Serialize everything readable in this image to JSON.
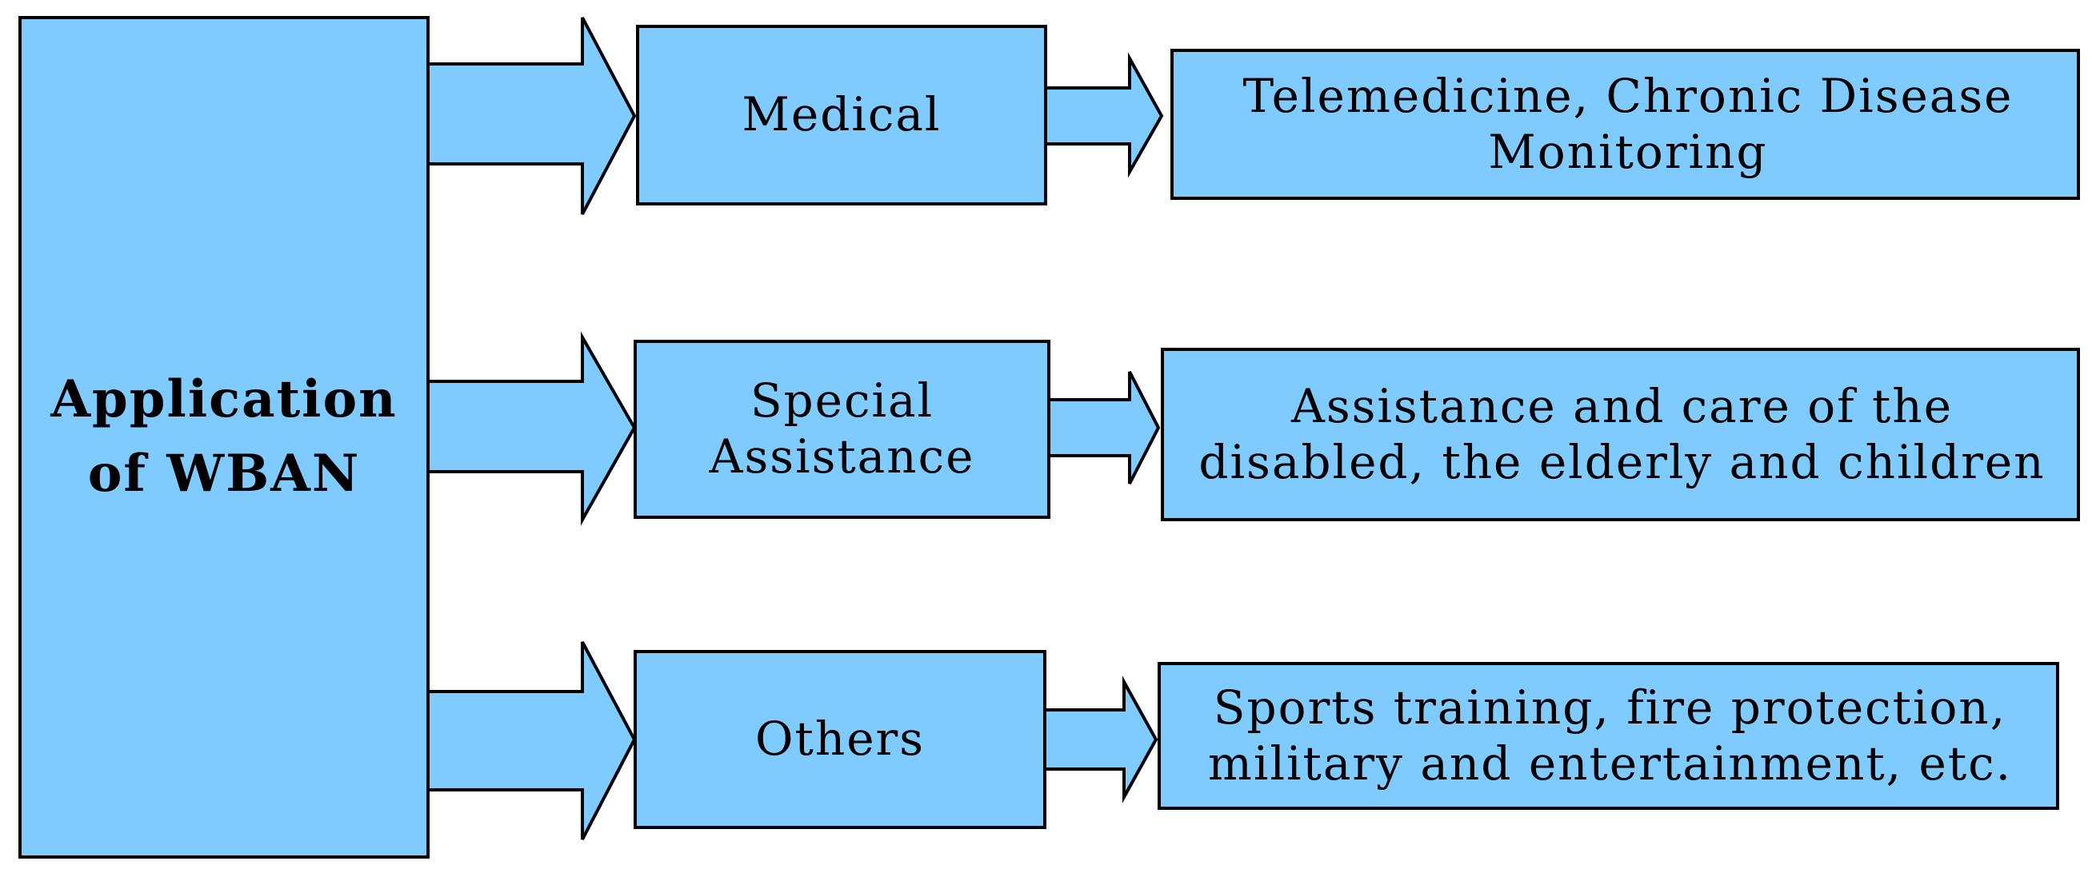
{
  "diagram": {
    "root": {
      "label": "Application of WBAN"
    },
    "categories": [
      {
        "label": "Medical",
        "detail": "Telemedicine, Chronic Disease Monitoring"
      },
      {
        "label": "Special Assistance",
        "detail": "Assistance and care of the disabled, the elderly and children"
      },
      {
        "label": "Others",
        "detail": "Sports training, fire protection, military and entertainment, etc."
      }
    ],
    "colors": {
      "box_fill": "#7fcaff",
      "stroke": "#000000",
      "text": "#000000"
    }
  }
}
